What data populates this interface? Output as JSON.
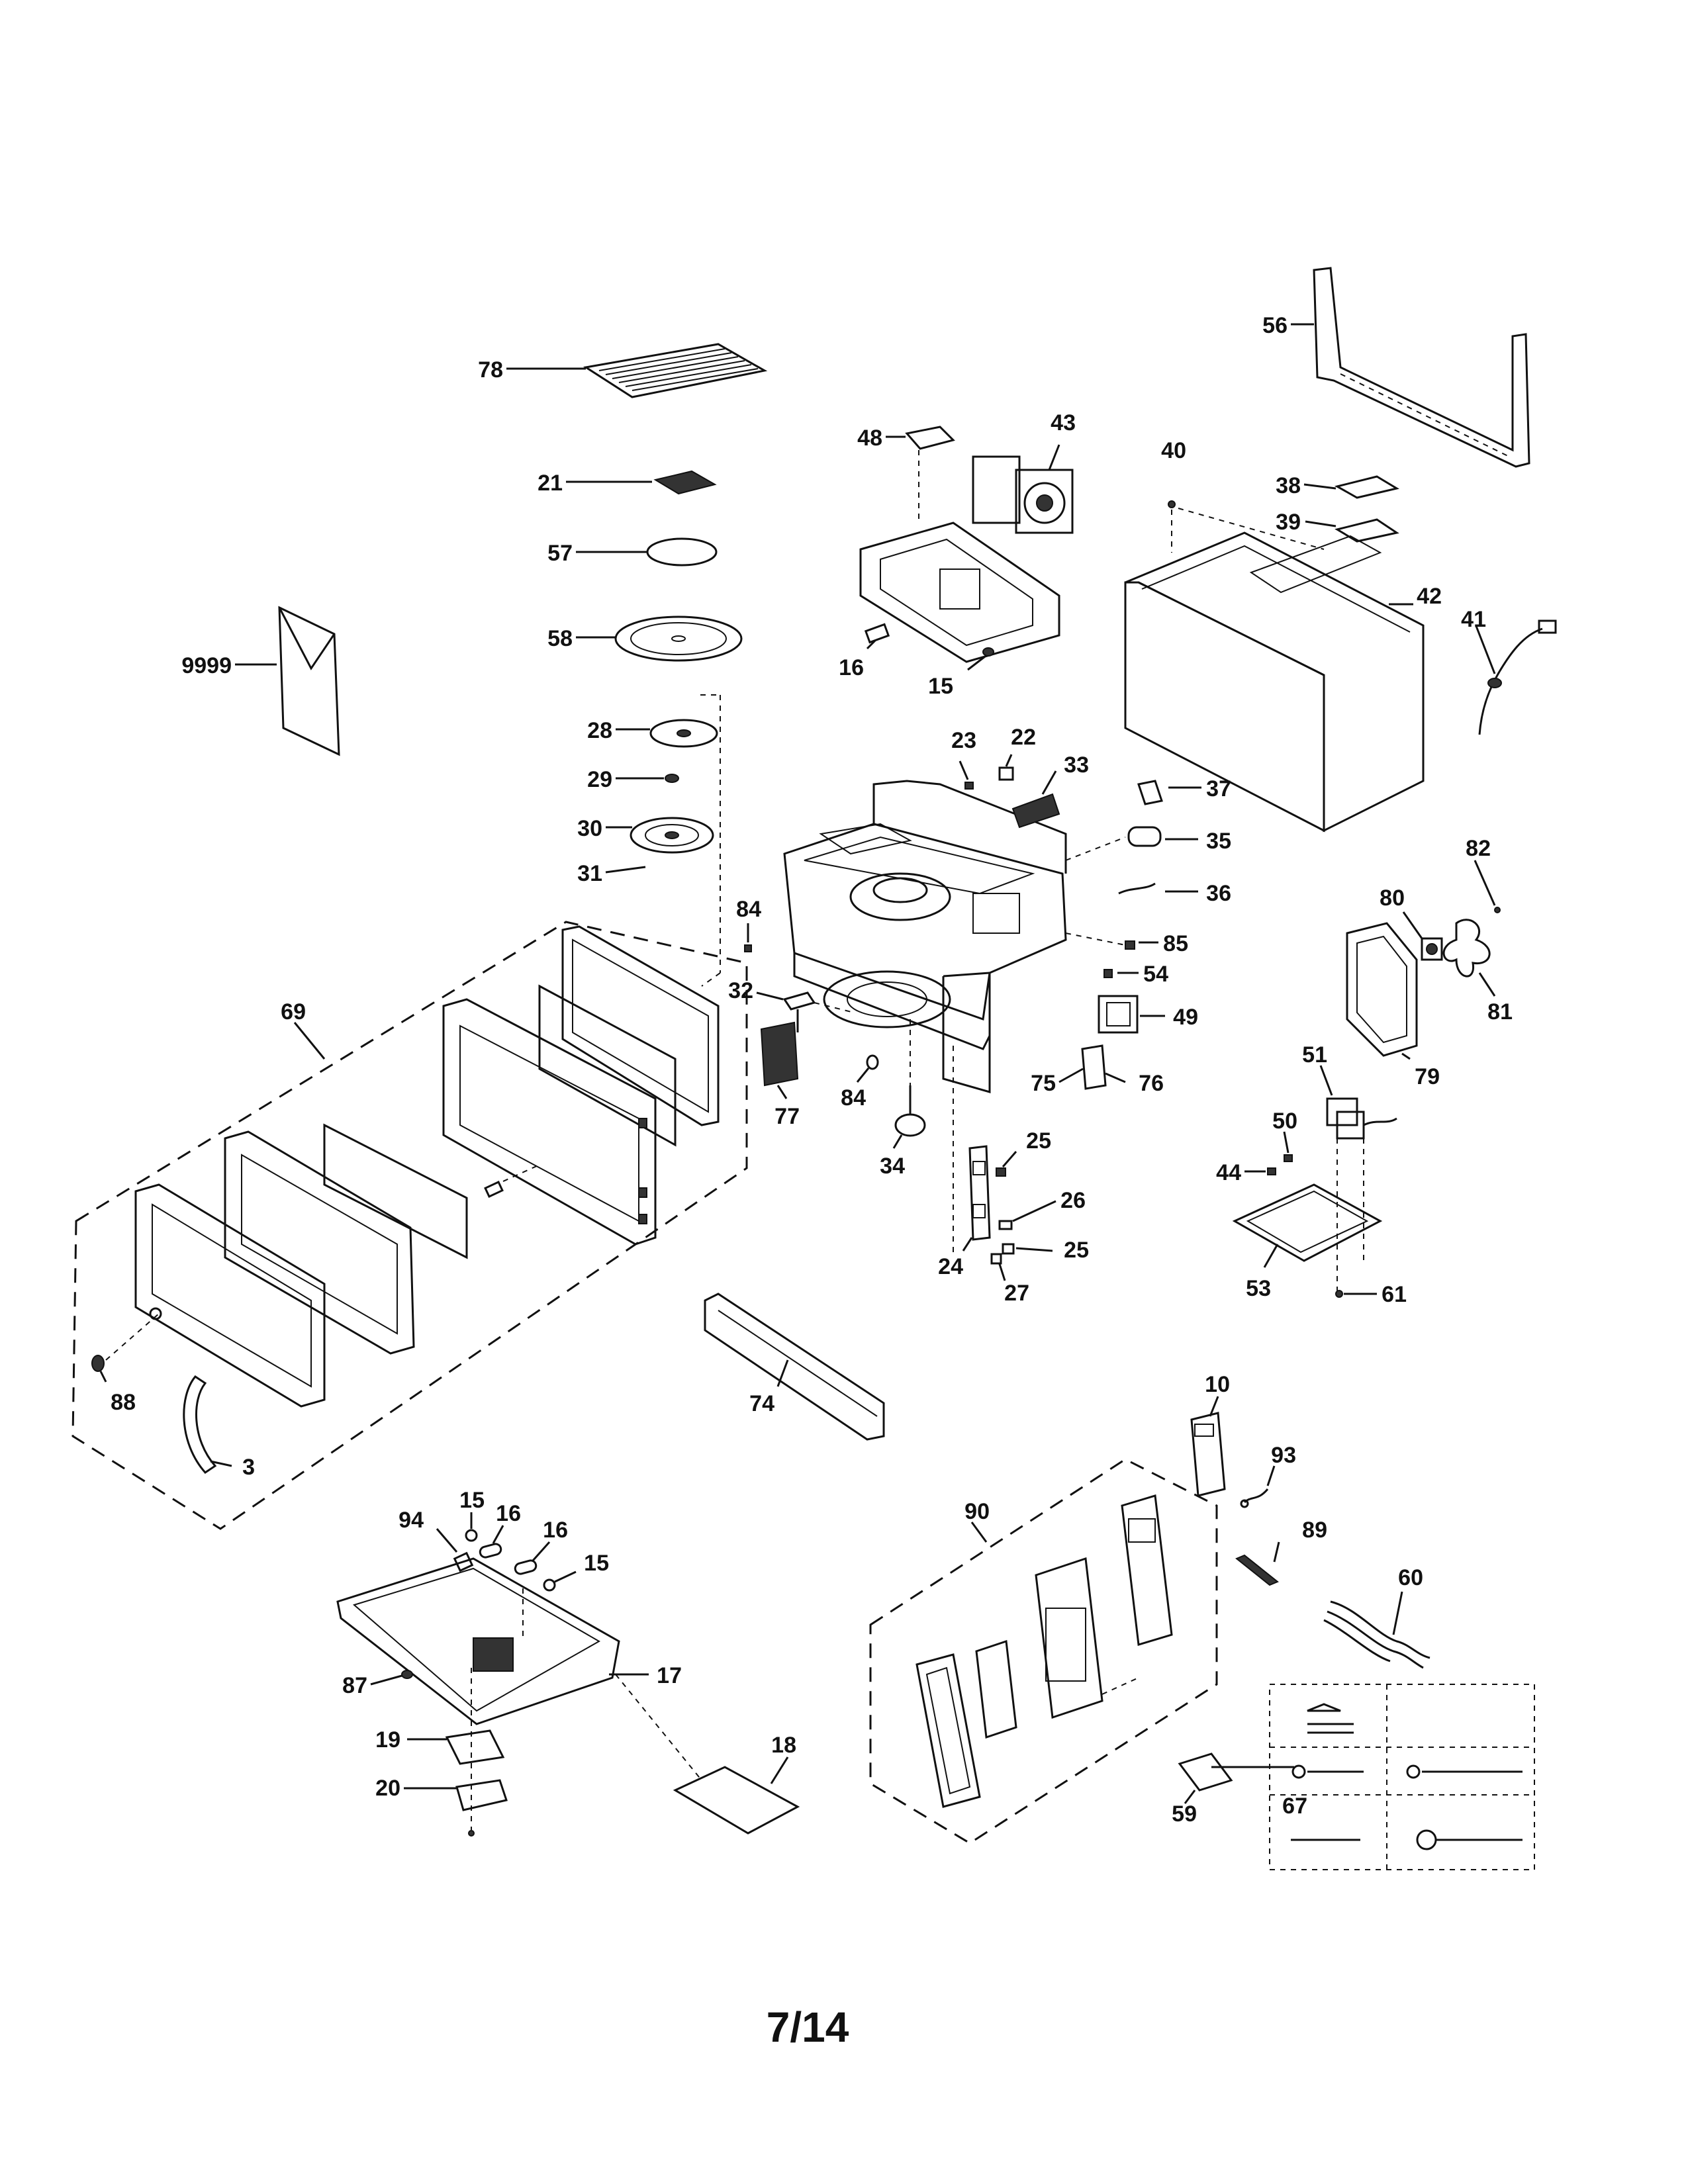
{
  "page": {
    "number": "7/14"
  },
  "callouts": {
    "c78": "78",
    "c21": "21",
    "c57": "57",
    "c58": "58",
    "c9999": "9999",
    "c28": "28",
    "c29": "29",
    "c30": "30",
    "c31": "31",
    "c48": "48",
    "c43": "43",
    "c16a": "16",
    "c15a": "15",
    "c40": "40",
    "c38": "38",
    "c39": "39",
    "c42": "42",
    "c41": "41",
    "c56": "56",
    "c23": "23",
    "c22": "22",
    "c33": "33",
    "c37": "37",
    "c35": "35",
    "c36": "36",
    "c84a": "84",
    "c85": "85",
    "c54": "54",
    "c49": "49",
    "c32": "32",
    "c77": "77",
    "c84b": "84",
    "c34": "34",
    "c75": "75",
    "c76": "76",
    "c82": "82",
    "c80": "80",
    "c81": "81",
    "c79": "79",
    "c51": "51",
    "c50": "50",
    "c44": "44",
    "c53": "53",
    "c61": "61",
    "c69": "69",
    "c88": "88",
    "c3": "3",
    "c25a": "25",
    "c26": "26",
    "c25b": "25",
    "c24": "24",
    "c27": "27",
    "c74": "74",
    "c10": "10",
    "c93": "93",
    "c90": "90",
    "c89": "89",
    "c60": "60",
    "c15b": "15",
    "c16b": "16",
    "c16c": "16",
    "c15c": "15",
    "c94": "94",
    "c17": "17",
    "c87": "87",
    "c19": "19",
    "c20": "20",
    "c18": "18",
    "c59": "59",
    "c67": "67"
  }
}
